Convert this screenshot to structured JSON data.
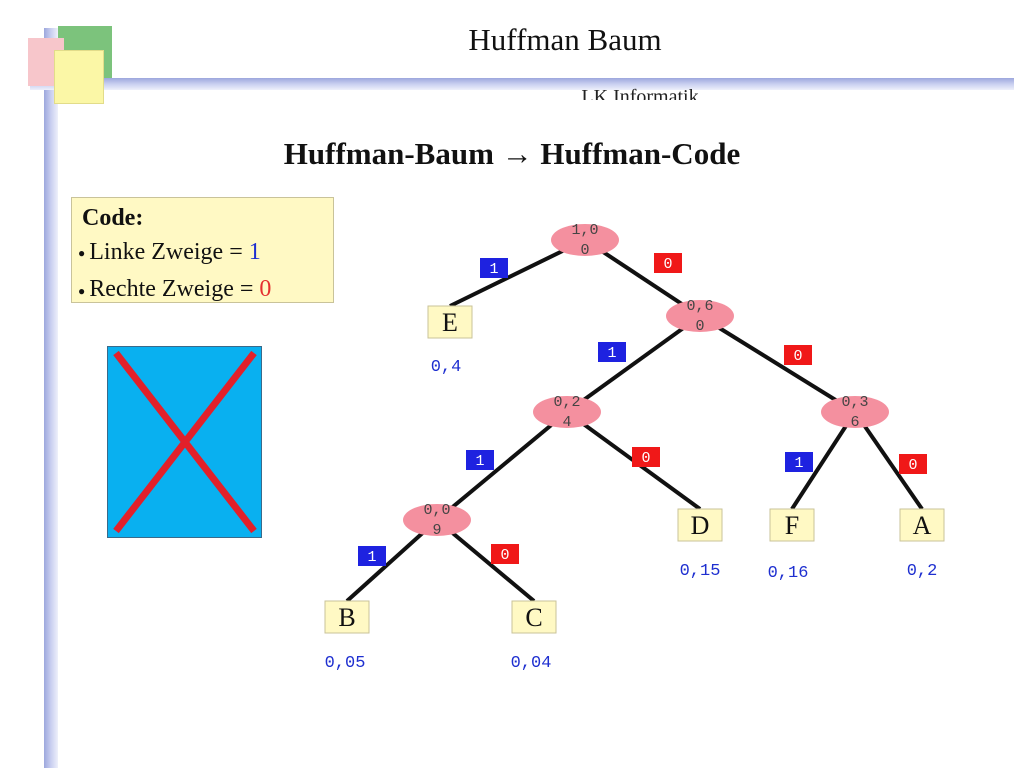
{
  "slide": {
    "title": "Huffman Baum",
    "subtitle": "LK Informatik",
    "heading": "Huffman-Baum  →  Huffman-Code"
  },
  "code_box": {
    "title": "Code:",
    "left_text": "Linke Zweige = ",
    "left_value": "1",
    "right_text": "Rechte Zweige = ",
    "right_value": "0",
    "bullet": "●"
  },
  "colors": {
    "node_fill": "#f4909f",
    "leaf_fill": "#fff9c4",
    "edge_label_one": "#1e22e0",
    "edge_label_zero": "#f01818",
    "cross_panel": "#09b0f0",
    "cross_lines": "#e2202a"
  },
  "tree": {
    "internal_nodes": [
      {
        "id": "n100",
        "label_line1": "1,0",
        "label_line2": "0"
      },
      {
        "id": "n060",
        "label_line1": "0,6",
        "label_line2": "0"
      },
      {
        "id": "n024",
        "label_line1": "0,2",
        "label_line2": "4"
      },
      {
        "id": "n036",
        "label_line1": "0,3",
        "label_line2": "6"
      },
      {
        "id": "n009",
        "label_line1": "0,0",
        "label_line2": "9"
      }
    ],
    "leaves": [
      {
        "id": "E",
        "label": "E",
        "probability": "0,4"
      },
      {
        "id": "D",
        "label": "D",
        "probability": "0,15"
      },
      {
        "id": "F",
        "label": "F",
        "probability": "0,16"
      },
      {
        "id": "A",
        "label": "A",
        "probability": "0,2"
      },
      {
        "id": "B",
        "label": "B",
        "probability": "0,05"
      },
      {
        "id": "C",
        "label": "C",
        "probability": "0,04"
      }
    ],
    "edges": [
      {
        "from": "n100",
        "to": "E",
        "bit": "1"
      },
      {
        "from": "n100",
        "to": "n060",
        "bit": "0"
      },
      {
        "from": "n060",
        "to": "n024",
        "bit": "1"
      },
      {
        "from": "n060",
        "to": "n036",
        "bit": "0"
      },
      {
        "from": "n024",
        "to": "n009",
        "bit": "1"
      },
      {
        "from": "n024",
        "to": "D",
        "bit": "0"
      },
      {
        "from": "n036",
        "to": "F",
        "bit": "1"
      },
      {
        "from": "n036",
        "to": "A",
        "bit": "0"
      },
      {
        "from": "n009",
        "to": "B",
        "bit": "1"
      },
      {
        "from": "n009",
        "to": "C",
        "bit": "0"
      }
    ]
  }
}
